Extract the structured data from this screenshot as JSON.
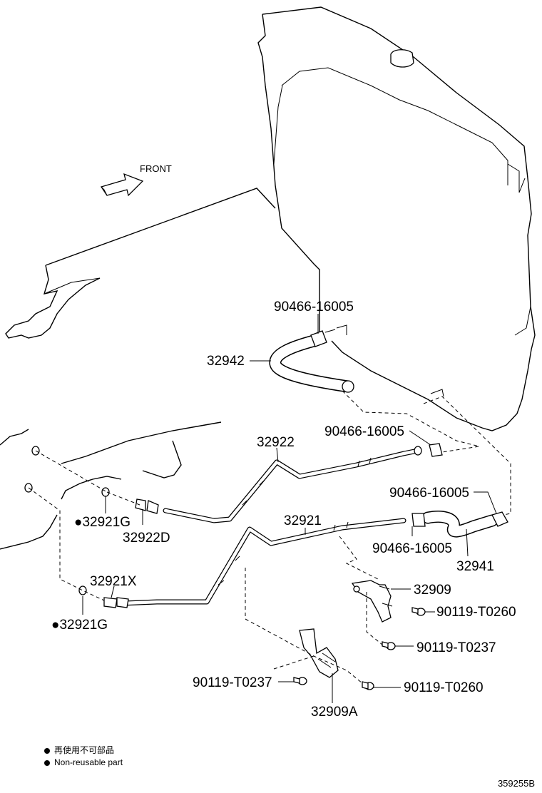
{
  "front_label": "FRONT",
  "labels": {
    "p90466_16005_a": "90466-16005",
    "p32942": "32942",
    "p90466_16005_b": "90466-16005",
    "p32922": "32922",
    "p90466_16005_c": "90466-16005",
    "p32921G_a": "●32921G",
    "p32922D": "32922D",
    "p32921": "32921",
    "p90466_16005_d": "90466-16005",
    "p32941": "32941",
    "p32921X": "32921X",
    "p32909": "32909",
    "p90119_T0260_a": "90119-T0260",
    "p32921G_b": "●32921G",
    "p90119_T0237_a": "90119-T0237",
    "p90119_T0237_b": "90119-T0237",
    "p90119_T0260_b": "90119-T0260",
    "p32909A": "32909A"
  },
  "legend": {
    "line1": "再使用不可部品",
    "line2": "Non-reusable part"
  },
  "diagram_code": "359255B"
}
